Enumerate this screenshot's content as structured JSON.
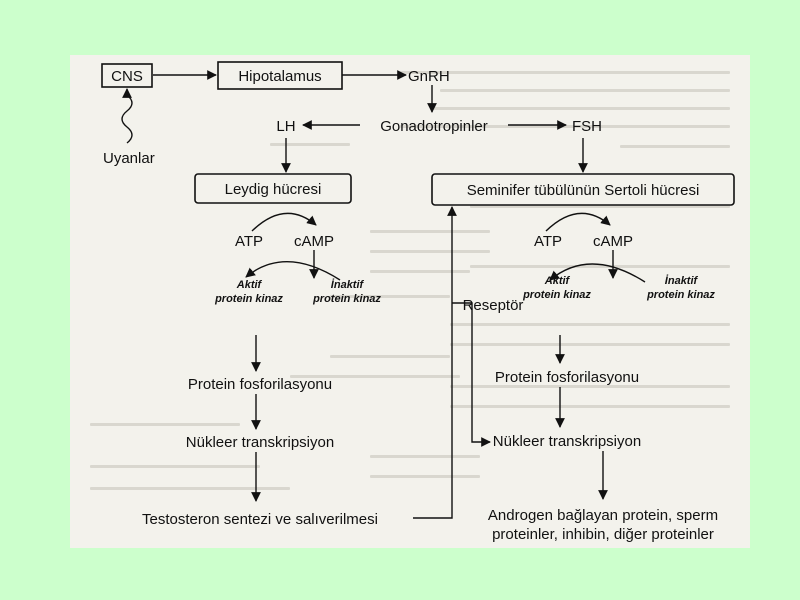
{
  "nodes": {
    "cns": "CNS",
    "hipotalamus": "Hipotalamus",
    "gnrh": "GnRH",
    "uyanlar": "Uyanlar",
    "lh": "LH",
    "gonadotropinler": "Gonadotropinler",
    "fsh": "FSH",
    "leydig": "Leydig hücresi",
    "sertoli": "Seminifer tübülünün Sertoli hücresi",
    "left_atp": "ATP",
    "left_camp": "cAMP",
    "left_aktif_1": "Aktif",
    "left_aktif_2": "protein kinaz",
    "left_inaktif_1": "İnaktif",
    "left_inaktif_2": "protein kinaz",
    "left_fosfo": "Protein fosforilasyonu",
    "left_transkripsiyon": "Nükleer transkripsiyon",
    "testosteron": "Testosteron sentezi ve salıverilmesi",
    "reseptor": "Reseptör",
    "right_atp": "ATP",
    "right_camp": "cAMP",
    "right_aktif_1": "Aktif",
    "right_aktif_2": "protein kinaz",
    "right_inaktif_1": "İnaktif",
    "right_inaktif_2": "protein kinaz",
    "right_fosfo": "Protein fosforilasyonu",
    "right_transkripsiyon": "Nükleer transkripsiyon",
    "androgen_1": "Androgen bağlayan protein, sperm",
    "androgen_2": "proteinler, inhibin, diğer proteinler"
  },
  "colors": {
    "background": "#ccffcc",
    "paper": "#f3f2ec",
    "ink": "#111111"
  }
}
